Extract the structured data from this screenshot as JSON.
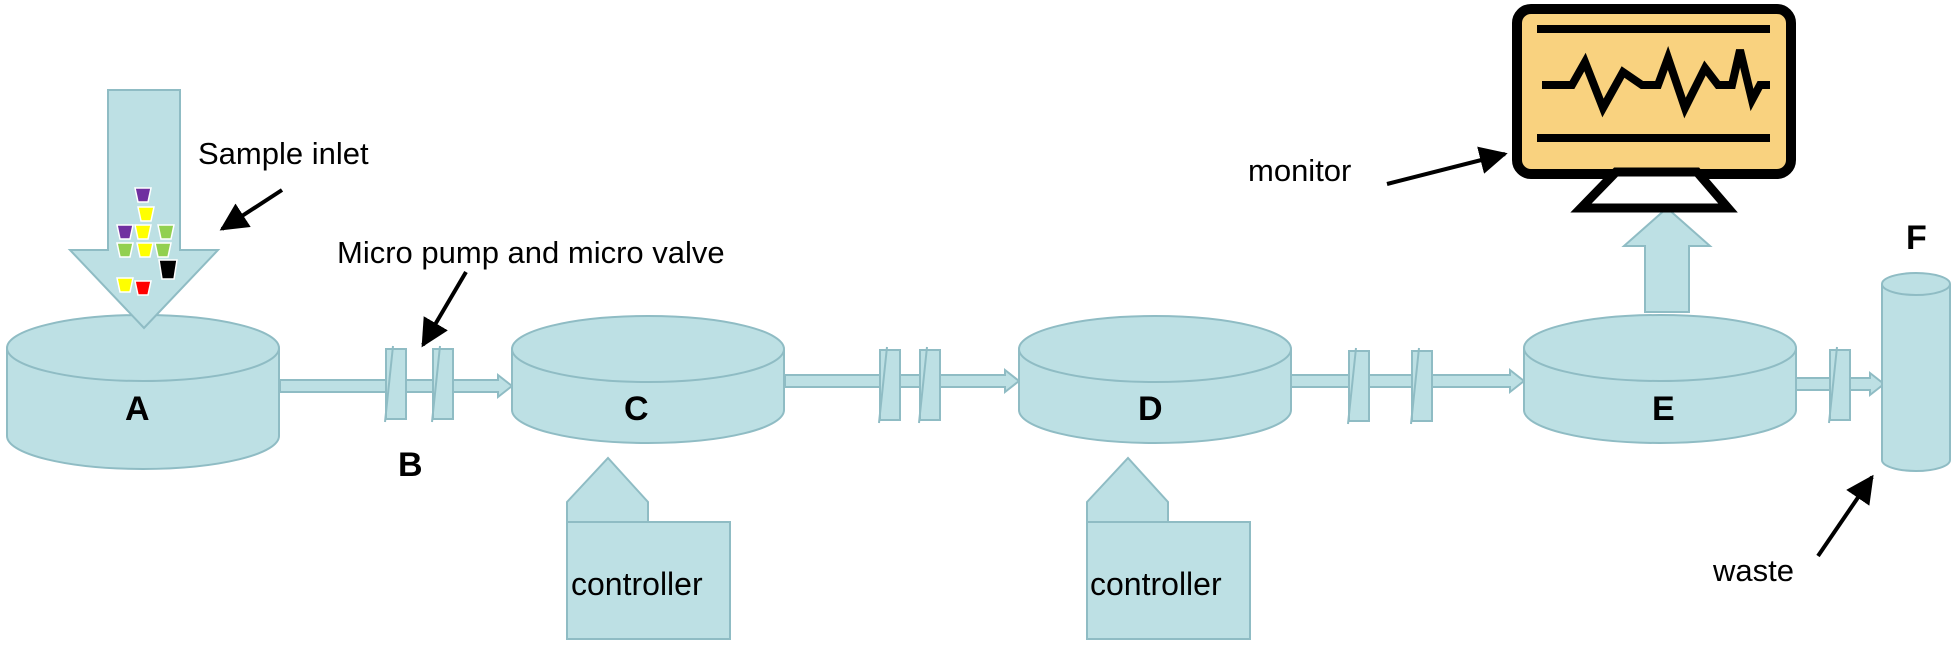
{
  "colors": {
    "component_fill": "#bde0e4",
    "component_stroke": "#8fbcc4",
    "monitor_screen": "#f9d27f",
    "monitor_frame": "#000000",
    "background": "#ffffff"
  },
  "labels": {
    "A": "A",
    "B": "B",
    "C": "C",
    "D": "D",
    "E": "E",
    "F": "F",
    "sample_inlet": "Sample inlet",
    "pump_valve": "Micro pump and micro valve",
    "monitor": "monitor",
    "controller_c": "controller",
    "controller_d": "controller",
    "waste": "waste"
  },
  "sample_cup_colors": [
    "#7030a0",
    "#ffff00",
    "#7030a0",
    "#ffff00",
    "#92d050",
    "#92d050",
    "#ffff00",
    "#92d050",
    "#000000",
    "#ffff00",
    "#ff0000"
  ],
  "icons": {
    "monitor": "monitor-icon",
    "sample_cups": "sample-cup-icon"
  }
}
